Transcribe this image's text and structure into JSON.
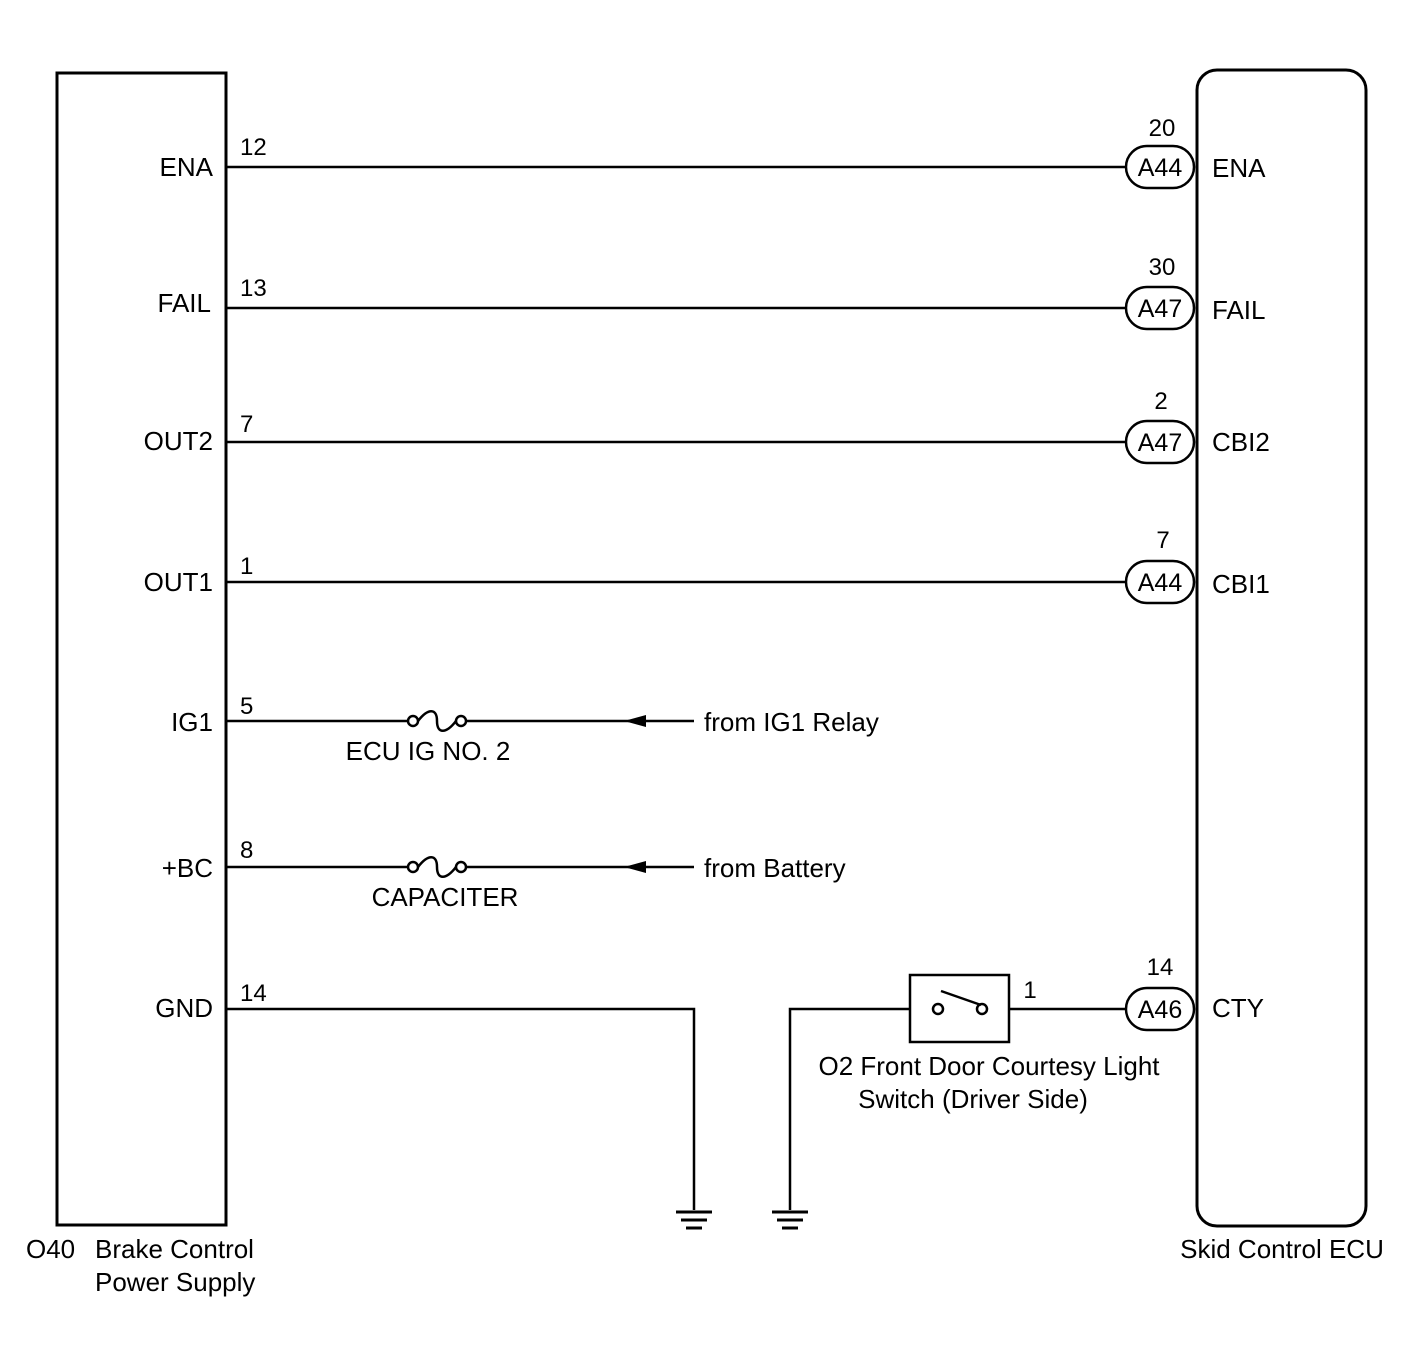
{
  "left_component": {
    "code": "O40",
    "name_line1": "Brake Control",
    "name_line2": "Power Supply"
  },
  "right_component": {
    "name": "Skid Control ECU"
  },
  "signal_wires": [
    {
      "left_label": "ENA",
      "left_pin": "12",
      "connector": "A44",
      "right_pin": "20",
      "right_label": "ENA"
    },
    {
      "left_label": "FAIL",
      "left_pin": "13",
      "connector": "A47",
      "right_pin": "30",
      "right_label": "FAIL"
    },
    {
      "left_label": "OUT2",
      "left_pin": "7",
      "connector": "A47",
      "right_pin": "2",
      "right_label": "CBI2"
    },
    {
      "left_label": "OUT1",
      "left_pin": "1",
      "connector": "A44",
      "right_pin": "7",
      "right_label": "CBI1"
    }
  ],
  "power_wires": [
    {
      "left_label": "IG1",
      "left_pin": "5",
      "fuse": "ECU IG NO. 2",
      "source": "from IG1 Relay"
    },
    {
      "left_label": "+BC",
      "left_pin": "8",
      "fuse": "CAPACITER",
      "source": "from Battery"
    }
  ],
  "ground_wire": {
    "left_label": "GND",
    "left_pin": "14"
  },
  "switch_circuit": {
    "switch_pin": "1",
    "connector": "A46",
    "right_pin": "14",
    "right_label": "CTY",
    "switch_name_line1": "O2 Front Door Courtesy Light",
    "switch_name_line2": "Switch (Driver Side)"
  }
}
